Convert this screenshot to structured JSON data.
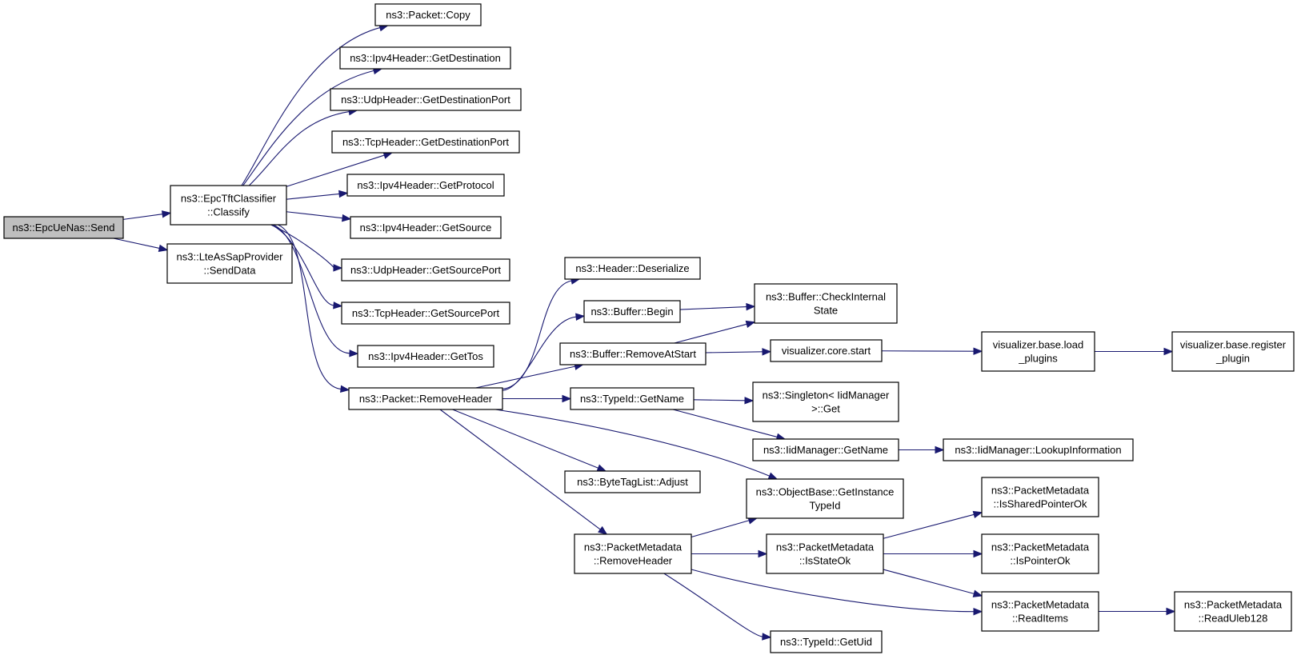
{
  "diagram": {
    "type": "call-graph",
    "nodes": [
      {
        "id": "send",
        "lines": [
          "ns3::EpcUeNas::Send"
        ],
        "root": true
      },
      {
        "id": "classify",
        "lines": [
          "ns3::EpcTftClassifier",
          "::Classify"
        ]
      },
      {
        "id": "senddata",
        "lines": [
          "ns3::LteAsSapProvider",
          "::SendData"
        ]
      },
      {
        "id": "copy",
        "lines": [
          "ns3::Packet::Copy"
        ]
      },
      {
        "id": "ipv4dest",
        "lines": [
          "ns3::Ipv4Header::GetDestination"
        ]
      },
      {
        "id": "udpdestport",
        "lines": [
          "ns3::UdpHeader::GetDestinationPort"
        ]
      },
      {
        "id": "tcpdestport",
        "lines": [
          "ns3::TcpHeader::GetDestinationPort"
        ]
      },
      {
        "id": "ipv4proto",
        "lines": [
          "ns3::Ipv4Header::GetProtocol"
        ]
      },
      {
        "id": "ipv4src",
        "lines": [
          "ns3::Ipv4Header::GetSource"
        ]
      },
      {
        "id": "udpsrcport",
        "lines": [
          "ns3::UdpHeader::GetSourcePort"
        ]
      },
      {
        "id": "tcpsrcport",
        "lines": [
          "ns3::TcpHeader::GetSourcePort"
        ]
      },
      {
        "id": "ipv4tos",
        "lines": [
          "ns3::Ipv4Header::GetTos"
        ]
      },
      {
        "id": "removeheader",
        "lines": [
          "ns3::Packet::RemoveHeader"
        ]
      },
      {
        "id": "deserialize",
        "lines": [
          "ns3::Header::Deserialize"
        ]
      },
      {
        "id": "bufbegin",
        "lines": [
          "ns3::Buffer::Begin"
        ]
      },
      {
        "id": "bufremove",
        "lines": [
          "ns3::Buffer::RemoveAtStart"
        ]
      },
      {
        "id": "typeidname",
        "lines": [
          "ns3::TypeId::GetName"
        ]
      },
      {
        "id": "bytetag",
        "lines": [
          "ns3::ByteTagList::Adjust"
        ]
      },
      {
        "id": "pmremove",
        "lines": [
          "ns3::PacketMetadata",
          "::RemoveHeader"
        ]
      },
      {
        "id": "checkinternal",
        "lines": [
          "ns3::Buffer::CheckInternal",
          "State"
        ]
      },
      {
        "id": "vizstart",
        "lines": [
          "visualizer.core.start"
        ]
      },
      {
        "id": "singleton",
        "lines": [
          "ns3::Singleton< IidManager",
          ">::Get"
        ]
      },
      {
        "id": "iidgetname",
        "lines": [
          "ns3::IidManager::GetName"
        ]
      },
      {
        "id": "getinstance",
        "lines": [
          "ns3::ObjectBase::GetInstance",
          "TypeId"
        ]
      },
      {
        "id": "isstateok",
        "lines": [
          "ns3::PacketMetadata",
          "::IsStateOk"
        ]
      },
      {
        "id": "getuid",
        "lines": [
          "ns3::TypeId::GetUid"
        ]
      },
      {
        "id": "loadplugins",
        "lines": [
          "visualizer.base.load",
          "_plugins"
        ]
      },
      {
        "id": "lookup",
        "lines": [
          "ns3::IidManager::LookupInformation"
        ]
      },
      {
        "id": "issharedptr",
        "lines": [
          "ns3::PacketMetadata",
          "::IsSharedPointerOk"
        ]
      },
      {
        "id": "ispointerok",
        "lines": [
          "ns3::PacketMetadata",
          "::IsPointerOk"
        ]
      },
      {
        "id": "readitems",
        "lines": [
          "ns3::PacketMetadata",
          "::ReadItems"
        ]
      },
      {
        "id": "registerplugin",
        "lines": [
          "visualizer.base.register",
          "_plugin"
        ]
      },
      {
        "id": "readuleb",
        "lines": [
          "ns3::PacketMetadata",
          "::ReadUleb128"
        ]
      }
    ],
    "edges": [
      {
        "from": "send",
        "to": "classify"
      },
      {
        "from": "send",
        "to": "senddata"
      },
      {
        "from": "classify",
        "to": "copy"
      },
      {
        "from": "classify",
        "to": "ipv4dest"
      },
      {
        "from": "classify",
        "to": "udpdestport"
      },
      {
        "from": "classify",
        "to": "tcpdestport"
      },
      {
        "from": "classify",
        "to": "ipv4proto"
      },
      {
        "from": "classify",
        "to": "ipv4src"
      },
      {
        "from": "classify",
        "to": "udpsrcport"
      },
      {
        "from": "classify",
        "to": "tcpsrcport"
      },
      {
        "from": "classify",
        "to": "ipv4tos"
      },
      {
        "from": "classify",
        "to": "removeheader"
      },
      {
        "from": "removeheader",
        "to": "deserialize"
      },
      {
        "from": "removeheader",
        "to": "bufbegin"
      },
      {
        "from": "removeheader",
        "to": "bufremove"
      },
      {
        "from": "removeheader",
        "to": "typeidname"
      },
      {
        "from": "removeheader",
        "to": "bytetag"
      },
      {
        "from": "removeheader",
        "to": "getinstance"
      },
      {
        "from": "removeheader",
        "to": "pmremove"
      },
      {
        "from": "bufbegin",
        "to": "checkinternal"
      },
      {
        "from": "bufremove",
        "to": "checkinternal"
      },
      {
        "from": "bufremove",
        "to": "vizstart"
      },
      {
        "from": "vizstart",
        "to": "loadplugins"
      },
      {
        "from": "loadplugins",
        "to": "registerplugin"
      },
      {
        "from": "typeidname",
        "to": "singleton"
      },
      {
        "from": "typeidname",
        "to": "iidgetname"
      },
      {
        "from": "iidgetname",
        "to": "lookup"
      },
      {
        "from": "pmremove",
        "to": "getinstance"
      },
      {
        "from": "pmremove",
        "to": "isstateok"
      },
      {
        "from": "pmremove",
        "to": "readitems"
      },
      {
        "from": "pmremove",
        "to": "getuid"
      },
      {
        "from": "isstateok",
        "to": "issharedptr"
      },
      {
        "from": "isstateok",
        "to": "ispointerok"
      },
      {
        "from": "isstateok",
        "to": "readitems"
      },
      {
        "from": "readitems",
        "to": "readuleb"
      }
    ],
    "colors": {
      "edge": "#191970",
      "node_border": "#000000",
      "node_fill": "#ffffff",
      "root_fill": "#bfbfbf"
    }
  }
}
